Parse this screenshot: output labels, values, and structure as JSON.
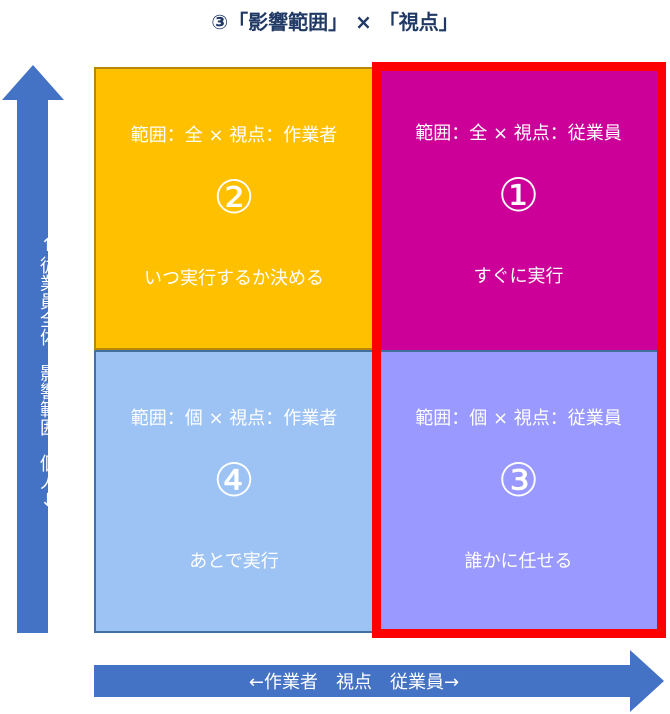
{
  "title": "③「影響範囲」 × 「視点」",
  "quadrants": {
    "q1": {
      "header": "範囲：全 × 視点：従業員",
      "number": "①",
      "action": "すぐに実行",
      "color": "#cc0099"
    },
    "q2": {
      "header": "範囲：全 × 視点：作業者",
      "number": "②",
      "action": "いつ実行するか決める",
      "color": "#ffc000"
    },
    "q3": {
      "header": "範囲：個 × 視点：従業員",
      "number": "③",
      "action": "誰かに任せる",
      "color": "#9999ff"
    },
    "q4": {
      "header": "範囲：個 × 視点：作業者",
      "number": "④",
      "action": "あとで実行",
      "color": "#9dc3f5"
    }
  },
  "axes": {
    "vertical_label": "↑従業員全体　影響範囲　個人↓",
    "horizontal_label": "←作業者　視点　従業員→",
    "arrow_color": "#4472c4"
  },
  "highlight_color": "#ff0000"
}
